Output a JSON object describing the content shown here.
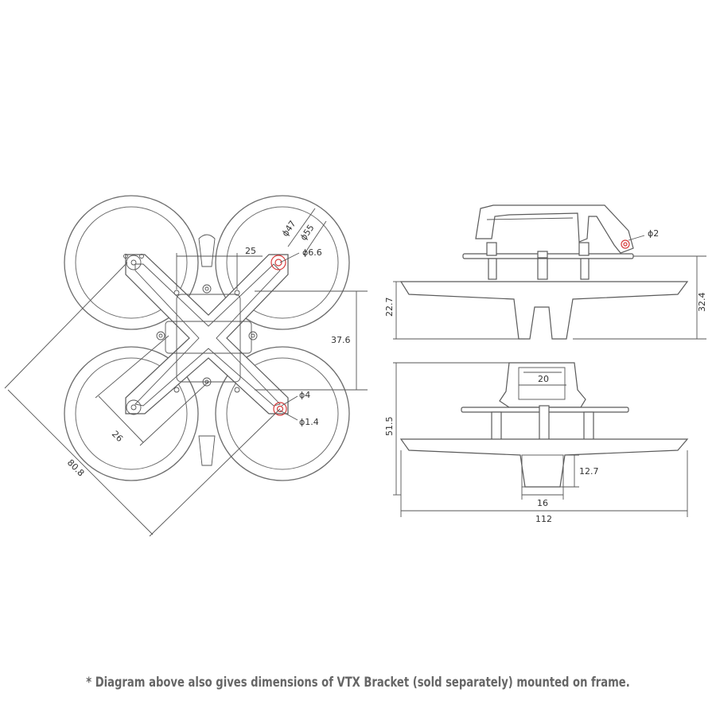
{
  "diagram": {
    "top_view": {
      "labels": {
        "d47": "ϕ47",
        "d55": "ϕ55",
        "hole_spacing": "25",
        "d66": "ϕ6.6",
        "d4": "ϕ4",
        "d14": "ϕ1.4",
        "height": "37.6",
        "stack": "26",
        "diagonal": "80.8"
      }
    },
    "side_view": {
      "labels": {
        "d2": "ϕ2",
        "duct_height": "22.7",
        "total_height": "32.4"
      }
    },
    "front_view": {
      "labels": {
        "vtx_width": "20",
        "height": "51.5",
        "pod_height": "12.7",
        "pod_width": "16",
        "width": "112"
      }
    },
    "colors": {
      "line": "#6e6e6e",
      "highlight": "#d83c3c"
    }
  },
  "footnote": "* Diagram above also gives dimensions of VTX Bracket (sold separately) mounted on frame."
}
